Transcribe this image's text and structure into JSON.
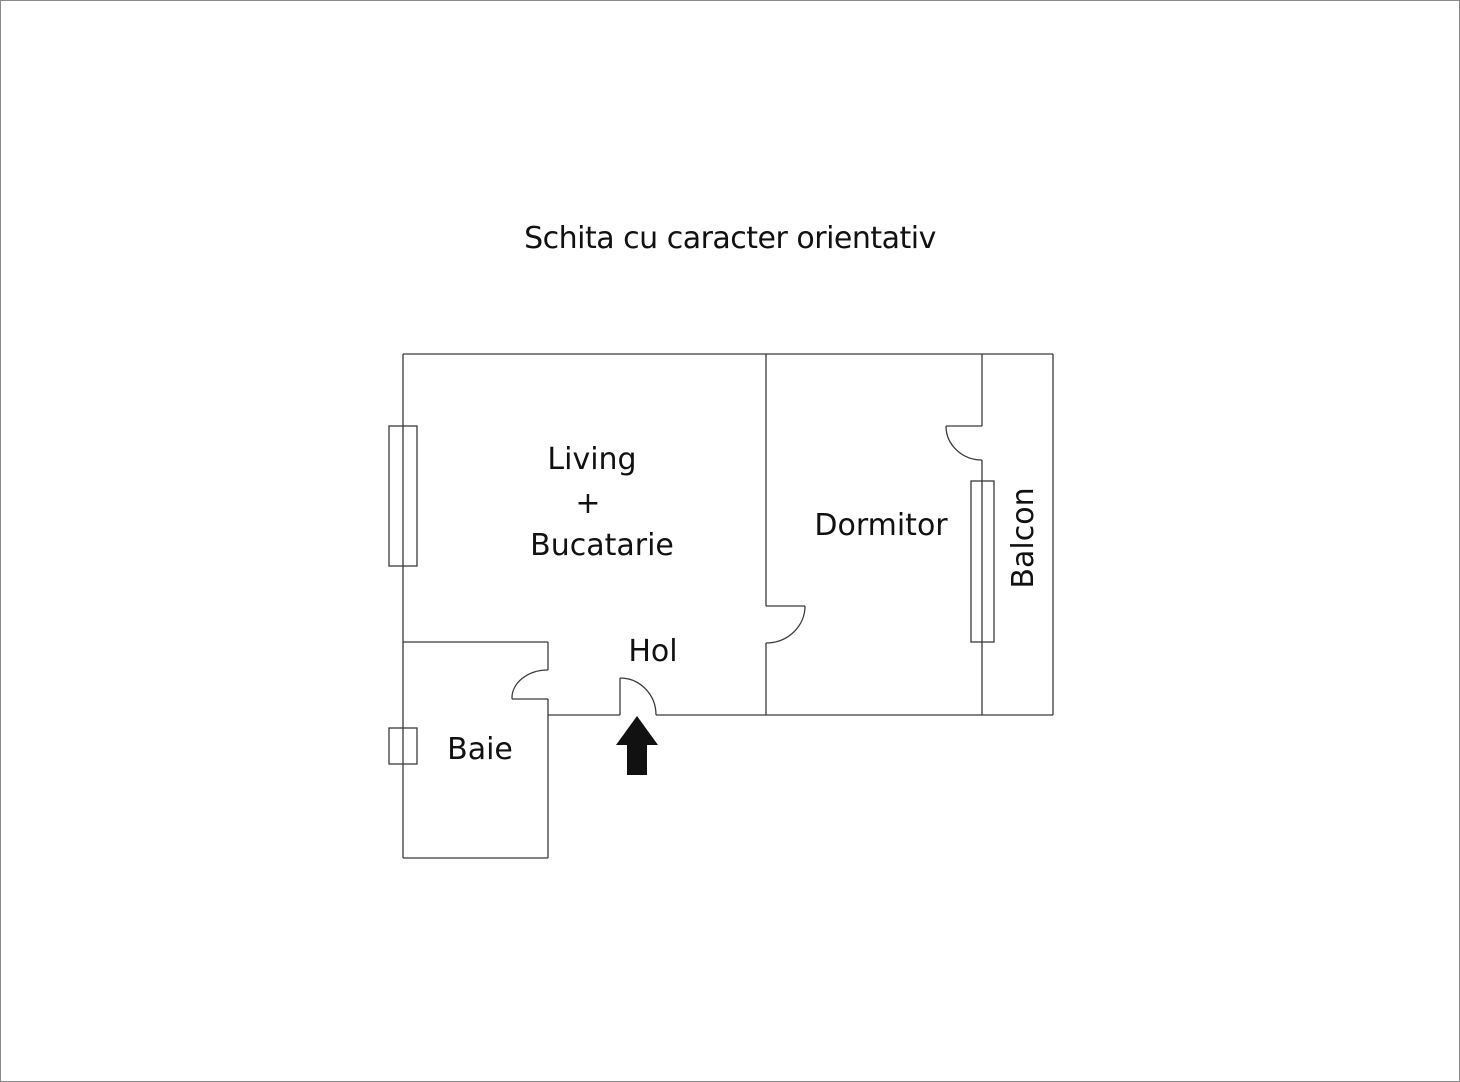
{
  "title": "Schita cu caracter orientativ",
  "rooms": {
    "living_line1": "Living",
    "living_plus": "+",
    "living_line2": "Bucatarie",
    "dormitor": "Dormitor",
    "balcon": "Balcon",
    "hol": "Hol",
    "baie": "Baie"
  },
  "colors": {
    "wall": "#3a3a3a",
    "text": "#111111",
    "arrow": "#111111",
    "border": "#8a8a8a"
  },
  "entrance": {
    "icon": "up-arrow-icon"
  }
}
